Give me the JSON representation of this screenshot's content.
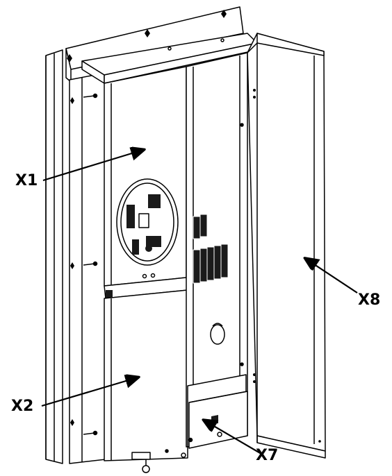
{
  "diagram": {
    "callouts": [
      {
        "id": "x1",
        "label": "X1"
      },
      {
        "id": "x2",
        "label": "X2"
      },
      {
        "id": "x7",
        "label": "X7"
      },
      {
        "id": "x8",
        "label": "X8"
      }
    ],
    "colors": {
      "line": "#000000",
      "fill": "#ffffff",
      "dark": "#1a1a1a"
    }
  }
}
